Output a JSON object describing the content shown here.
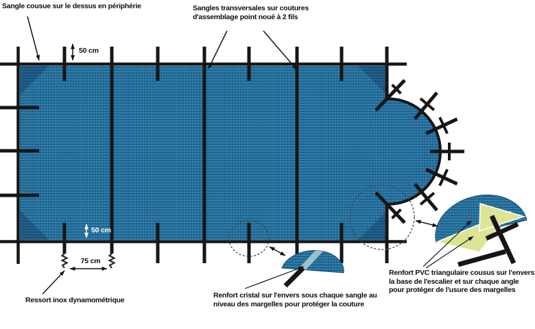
{
  "figure": {
    "type": "technical-diagram",
    "subject": "Couverture de sécurité de piscine (bâche à barres/sangles) avec escalier en demi-cercle",
    "labels": {
      "peripheral_strap": "Sangle cousue sur le dessus en périphérie",
      "transversal_lines": [
        "Sangles transversales sur coutures",
        "d'assemblage point noué à 2 fils"
      ],
      "spring": "Ressort inox dynamométrique",
      "cristal_lines": [
        "Renfort cristal sur l'envers sous chaque sangle au",
        "niveau des margelles pour protéger la couture"
      ],
      "pvc_lines": [
        "Renfort PVC triangulaire cousus sur l'envers",
        "la base de l'escalier et sur chaque angle",
        "pour protéger de l'usure des margelles"
      ]
    },
    "dimensions": {
      "strap_overhang": "50 cm",
      "edge_inset": "50 cm",
      "strap_spacing": "75 cm"
    },
    "colors": {
      "cover_blue": "#1f6f9e",
      "corner_shade": "rgba(8,48,84,0.35)",
      "strap_black": "#161616",
      "pvc_yellow": "#dde595",
      "cristal_band": "#9cc0ce"
    }
  }
}
